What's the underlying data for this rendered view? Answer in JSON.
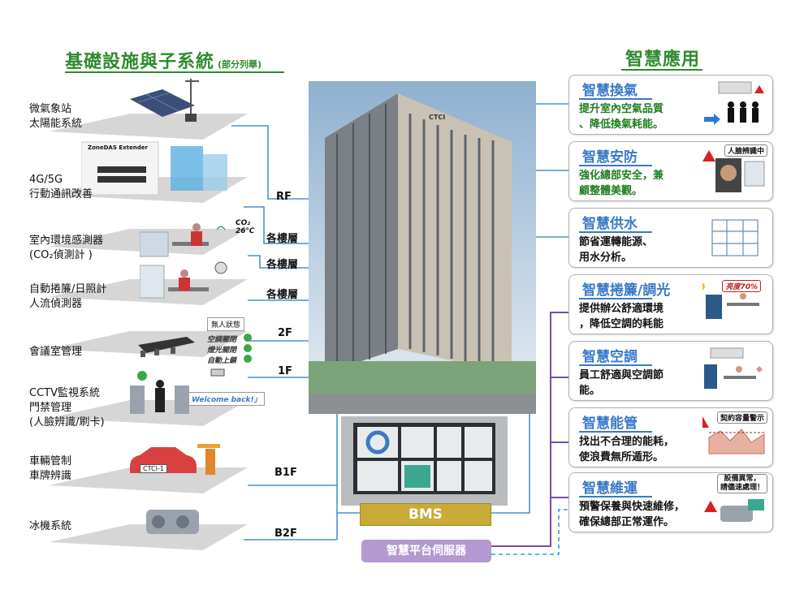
{
  "left_section": {
    "title": "基礎設施與子系統",
    "subtitle": "(部分列舉)"
  },
  "right_section": {
    "title": "智慧應用"
  },
  "subsystems": [
    {
      "label": "微氣象站\n太陽能系統"
    },
    {
      "label": "4G/5G\n行動通訊改善"
    },
    {
      "label": "室內環境感測器\n(CO₂偵測計 )"
    },
    {
      "label": "自動捲簾/日照計\n人流偵測器"
    },
    {
      "label": "會議室管理"
    },
    {
      "label": "CCTV監視系統\n門禁管理\n(人臉辨識/刷卡)"
    },
    {
      "label": "車輛管制\n車牌辨識"
    },
    {
      "label": "冰機系統"
    }
  ],
  "floors": [
    "RF",
    "各樓層",
    "各樓層",
    "各樓層",
    "2F",
    "1F",
    "B1F",
    "B2F"
  ],
  "image_texts": {
    "co2": "CO₂\n26℃",
    "no_one": "無人狀態",
    "ac_off": "空調關閉",
    "light_off": "燈光關閉",
    "auto_up": "自動上鎖",
    "welcome": "Welcome back!」",
    "plate": "CTCI-1",
    "zone_das": "ZoneDAS Extender",
    "building_sign": "CTCI"
  },
  "bms_label": "BMS",
  "server_label": "智慧平台伺服器",
  "applications": [
    {
      "title": "智慧換氣",
      "desc": "提升室內空氣品質\n、降低換氣耗能。",
      "color": "green",
      "badge": ""
    },
    {
      "title": "智慧安防",
      "desc": "強化總部安全，兼\n顧整體美觀。",
      "color": "green",
      "badge": "人臉辨識中"
    },
    {
      "title": "智慧供水",
      "desc": "節省運轉能源、\n用水分析。",
      "color": "dark",
      "badge": ""
    },
    {
      "title": "智慧捲簾/調光",
      "desc": "提供辦公舒適環境\n，降低空調的耗能",
      "color": "dark",
      "badge": "亮度70%"
    },
    {
      "title": "智慧空調",
      "desc": "員工舒適與空調節\n能。",
      "color": "dark",
      "badge": ""
    },
    {
      "title": "智慧能管",
      "desc": "找出不合理的能耗，\n使浪費無所遁形。",
      "color": "dark",
      "badge": "契約容量警示"
    },
    {
      "title": "智慧維運",
      "desc": "預警保養與快速維修，\n確保總部正常運作。",
      "color": "dark",
      "badge": "設備異常，\n請儘速處理！"
    }
  ],
  "colors": {
    "heading": "#2e8b2e",
    "app_title": "#3a79c8",
    "line_blue": "#4a90d0",
    "line_purple": "#7a4aa8",
    "bms": "#c8aa38",
    "server": "#b399cf"
  }
}
